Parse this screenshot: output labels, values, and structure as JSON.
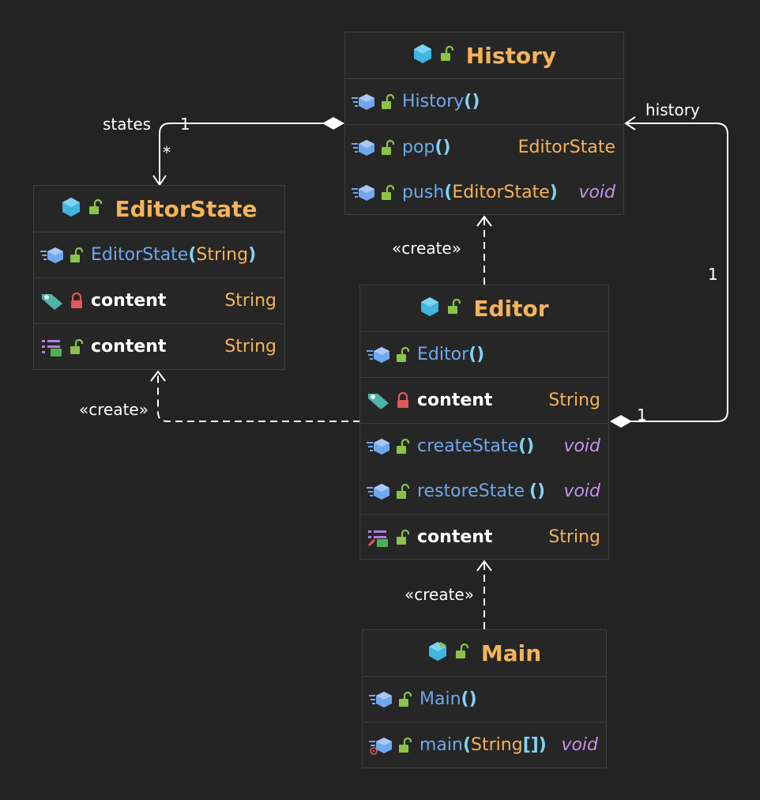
{
  "classes": {
    "history": {
      "name": "History",
      "constructor": {
        "name": "History",
        "open": "(",
        "close": ")"
      },
      "methods": [
        {
          "name": "pop",
          "open": "(",
          "close": ")",
          "return": "EditorState"
        },
        {
          "name": "push",
          "open": "(",
          "param": "EditorState",
          "close": ")",
          "return": "void"
        }
      ]
    },
    "editorstate": {
      "name": "EditorState",
      "constructor": {
        "name": "EditorState",
        "open": "(",
        "param": "String",
        "close": ")"
      },
      "field": {
        "name": "content",
        "type": "String"
      },
      "property": {
        "name": "content",
        "type": "String"
      }
    },
    "editor": {
      "name": "Editor",
      "constructor": {
        "name": "Editor",
        "open": "(",
        "close": ")"
      },
      "field": {
        "name": "content",
        "type": "String"
      },
      "methods": [
        {
          "name": "createState",
          "open": "(",
          "close": ")",
          "return": "void"
        },
        {
          "name": "restoreState",
          "open": "(",
          "close": ")",
          "return": "void"
        }
      ],
      "property": {
        "name": "content",
        "type": "String"
      }
    },
    "main": {
      "name": "Main",
      "constructor": {
        "name": "Main",
        "open": "(",
        "close": ")"
      },
      "methods": [
        {
          "name": "main",
          "open": "(",
          "param": "String",
          "brackets": "[]",
          "close": ")",
          "return": "void"
        }
      ]
    }
  },
  "edges": {
    "states": {
      "role": "states",
      "mult_source": "1",
      "mult_target": "*"
    },
    "history": {
      "role": "history",
      "mult_target": "1",
      "mult_source": "1"
    },
    "create_editorstate": "«create»",
    "create_history": "«create»",
    "create_editor": "«create»"
  },
  "colors": {
    "background": "#232323",
    "class_name": "#f5b35a",
    "method": "#6fa8ee",
    "type": "#f5b35a",
    "void": "#c792ea",
    "edge": "#ffffff"
  }
}
